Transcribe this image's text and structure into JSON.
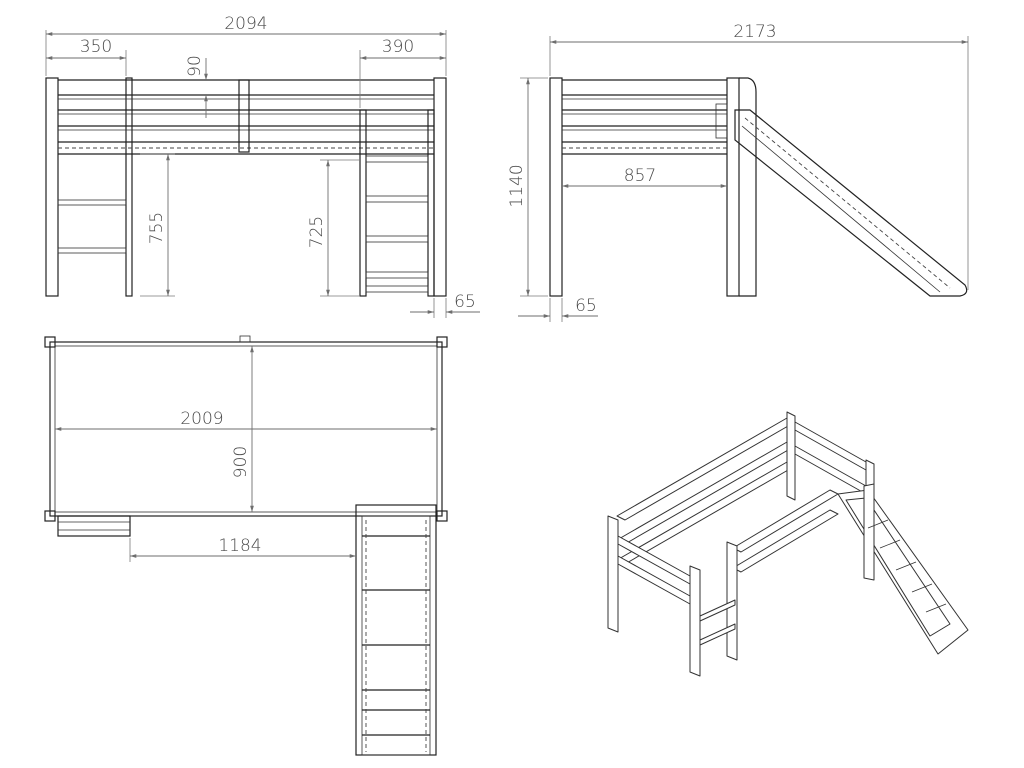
{
  "dimensions": {
    "front_total_width": "2094",
    "front_left_ladder_width": "350",
    "front_right_ladder_width": "390",
    "front_rail_gap": "90",
    "front_left_height": "755",
    "front_right_height": "725",
    "front_post_width": "65",
    "side_total_width": "2173",
    "side_height": "1140",
    "side_underbed_width": "857",
    "side_post_width": "65",
    "top_length": "2009",
    "top_depth": "900",
    "top_ladder_offset": "1184"
  }
}
